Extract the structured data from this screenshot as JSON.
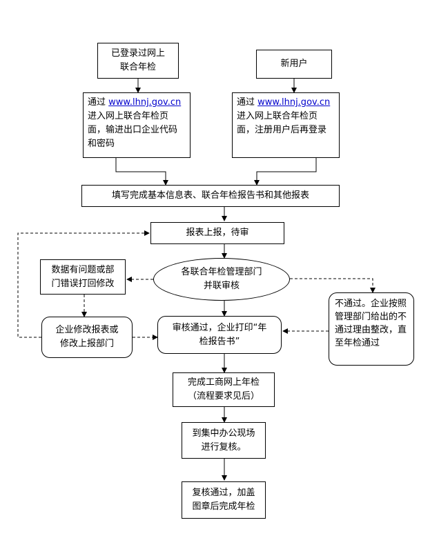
{
  "nodes": {
    "logged_in": "已登录过网上\n联合年检",
    "new_user": "新用户",
    "path_a": {
      "prefix": "通过 ",
      "url": "www.lhnj.gov.cn",
      "rest": "\n进入网上联合年检页面，输进出口企业代码和密码"
    },
    "path_b": {
      "prefix": "通过 ",
      "url": "www.lhnj.gov.cn",
      "rest": "\n进入网上联合年检页面，注册用户后再登录"
    },
    "fill_forms": "填写完成基本信息表、联合年检报告书和其他报表",
    "submit": "报表上报，待审",
    "review": "各联合年检管理部门\n并联审核",
    "data_issue": "数据有问题或部\n门错误打回修改",
    "company_fix": "企业修改报表或\n修改上报部门",
    "approved": "审核通过，企业打印“年\n检报告书”",
    "rejected": "不通过。企业按照管理部门给出的不通过理由整改，直至年检通过",
    "complete_online": "完成工商网上年检\n（流程要求见后）",
    "onsite": "到集中办公现场\n进行复核。",
    "final": "复核通过，加盖\n图章后完成年检"
  }
}
